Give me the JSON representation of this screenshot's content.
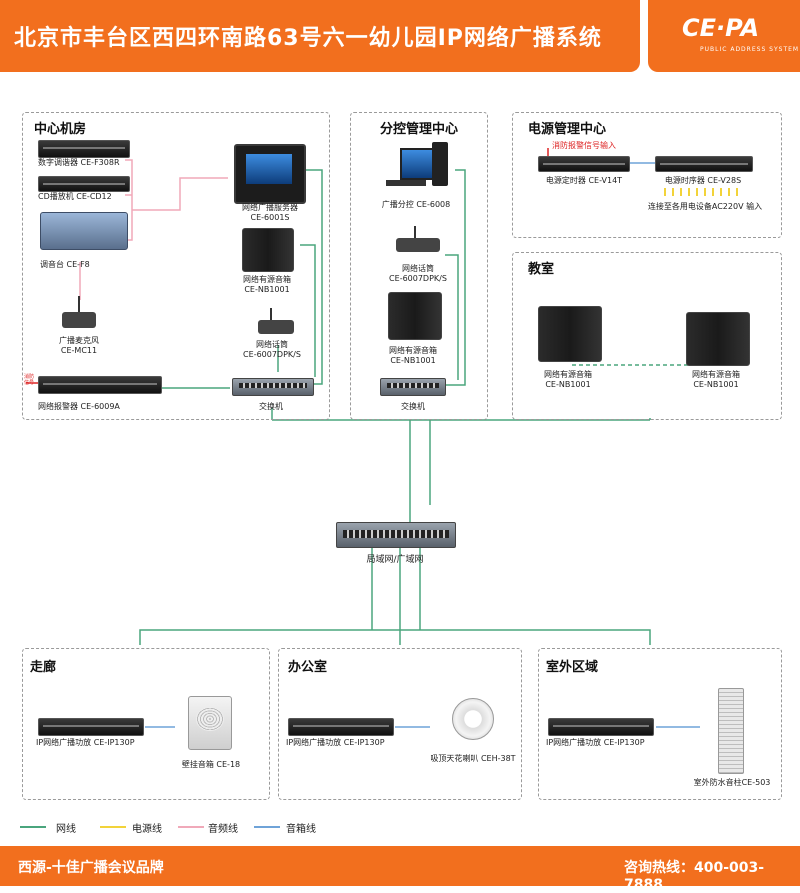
{
  "header": {
    "title": "北京市丰台区西四环南路63号六一幼儿园IP网络广播系统",
    "logo_text": "CE·PA",
    "logo_subtitle": "PUBLIC ADDRESS SYSTEM"
  },
  "zones": {
    "center": {
      "title": "中心机房",
      "devices": {
        "digital_tuner": "数字调谐器 CE-F308R",
        "cd_player": "CD播放机 CE-CD12",
        "mixer": "调音台 CE-F8",
        "microphone": "广播麦克风\nCE-MC11",
        "alarm": "网络报警器 CE-6009A",
        "server": "网络广播服务器\nCE-6001S",
        "active_speaker": "网络有源音箱\nCE-NB1001",
        "paging_mic": "网络话筒\nCE-6007DPK/S",
        "switch": "交换机",
        "alarm_input": "消防\n信号"
      }
    },
    "branch": {
      "title": "分控管理中心",
      "devices": {
        "pc": "广播分控 CE-6008",
        "paging_mic": "网络话筒\nCE-6007DPK/S",
        "active_speaker": "网络有源音箱\nCE-NB1001",
        "switch": "交换机"
      }
    },
    "power": {
      "title": "电源管理中心",
      "devices": {
        "fire_signal": "消防报警信号输入",
        "timer": "电源定时器 CE-V14T",
        "sequencer": "电源时序器 CE-V28S",
        "ac_note": "连接至各用电设备AC220V 输入"
      }
    },
    "classroom": {
      "title": "教室",
      "devices": {
        "speaker_a": "网络有源音箱\nCE-NB1001",
        "speaker_b": "网络有源音箱\nCE-NB1001"
      }
    },
    "core": {
      "label": "局域网/广域网"
    },
    "corridor": {
      "title": "走廊",
      "devices": {
        "amp": "IP网络广播功放 CE-IP130P",
        "speaker": "壁挂音箱 CE-18"
      }
    },
    "office": {
      "title": "办公室",
      "devices": {
        "amp": "IP网络广播功放 CE-IP130P",
        "speaker": "吸顶天花喇叭 CEH-38T"
      }
    },
    "outdoor": {
      "title": "室外区域",
      "devices": {
        "amp": "IP网络广播功放 CE-IP130P",
        "speaker": "室外防水音柱CE-503"
      }
    }
  },
  "legend": {
    "items": [
      {
        "label": "网线",
        "color": "#4aa57d"
      },
      {
        "label": "电源线",
        "color": "#f2d33a"
      },
      {
        "label": "音频线",
        "color": "#f0a9b9"
      },
      {
        "label": "音箱线",
        "color": "#6fa3d8"
      }
    ]
  },
  "footer": {
    "left": "西源-十佳广播会议品牌",
    "right": "咨询热线：400-003-7888"
  },
  "colors": {
    "brand": "#f26f1e",
    "network": "#4aa57d",
    "power": "#f2d33a",
    "audio": "#f0a9b9",
    "speaker": "#6fa3d8"
  }
}
